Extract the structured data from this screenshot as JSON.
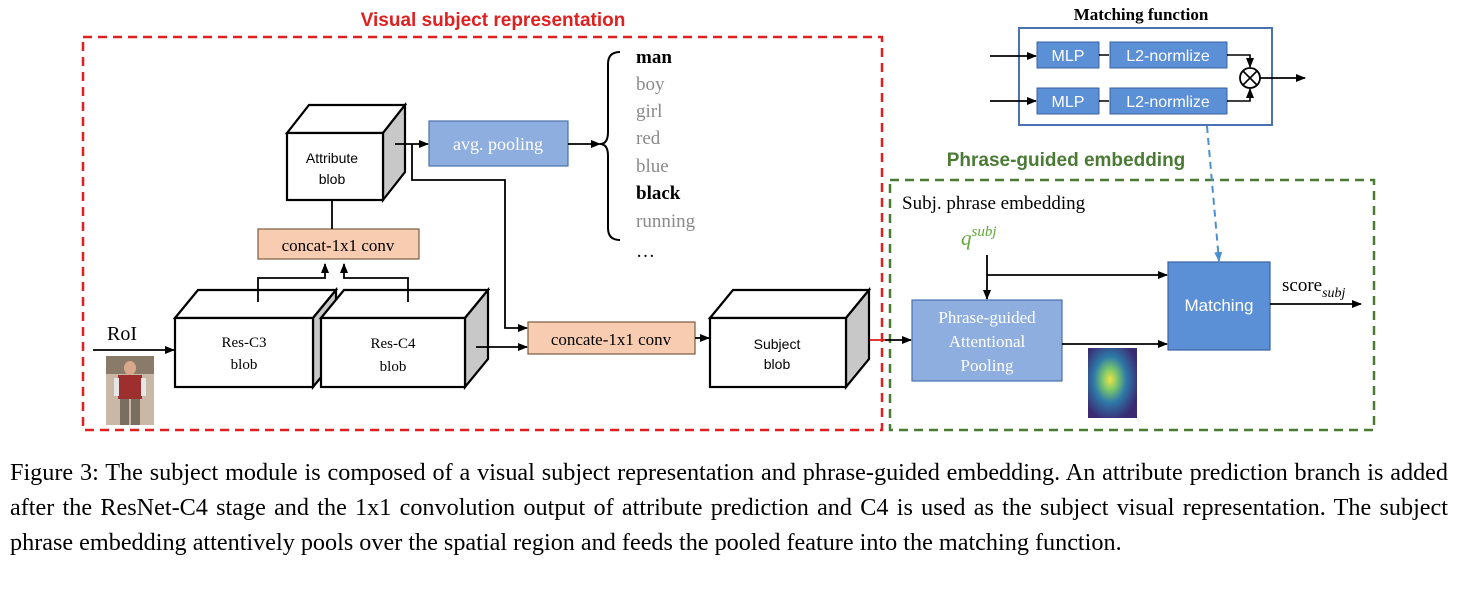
{
  "sections": {
    "visual_title": "Visual subject representation",
    "phrase_title": "Phrase-guided embedding",
    "matching_title": "Matching function"
  },
  "colors": {
    "red_border": "#e02020",
    "green_border": "#4a7a34",
    "blue_border": "#4a72b0",
    "blue_box": "#5b8fd6",
    "light_blue_box": "#8eaee0",
    "orange_box": "#f8ccb0",
    "green_text": "#5fa83a",
    "gray_text": "#8a8a8a",
    "dashed_arrow": "#4a90d0"
  },
  "visual": {
    "roi_label": "RoI",
    "res_c3": [
      "Res-C3",
      "blob"
    ],
    "res_c4": [
      "Res-C4",
      "blob"
    ],
    "attribute_blob": [
      "Attribute",
      "blob"
    ],
    "concat_attr": "concat-1x1 conv",
    "avg_pooling": "avg. pooling",
    "concate_subject": "concate-1x1 conv",
    "subject_blob": [
      "Subject",
      "blob"
    ],
    "attributes": [
      {
        "text": "man",
        "bold": true
      },
      {
        "text": "boy",
        "bold": false
      },
      {
        "text": "girl",
        "bold": false
      },
      {
        "text": "red",
        "bold": false
      },
      {
        "text": "blue",
        "bold": false
      },
      {
        "text": "black",
        "bold": true
      },
      {
        "text": "running",
        "bold": false
      },
      {
        "text": "…",
        "bold": false
      }
    ]
  },
  "phrase": {
    "subj_label": "Subj. phrase embedding",
    "q_base": "q",
    "q_sup": "subj",
    "pooling": [
      "Phrase-guided",
      "Attentional",
      "Pooling"
    ],
    "matching": "Matching",
    "score_base": "score",
    "score_sub": "subj"
  },
  "matching_fn": {
    "mlp": "MLP",
    "l2": "L2-normlize"
  },
  "caption": "Figure 3: The subject module is composed of a visual subject representation and phrase-guided embedding. An attribute prediction branch is added after the ResNet-C4 stage and the 1x1 convolution output of attribute prediction and C4 is used as the subject visual representation. The subject phrase embedding attentively pools over the spatial region and feeds the pooled feature into the matching function."
}
